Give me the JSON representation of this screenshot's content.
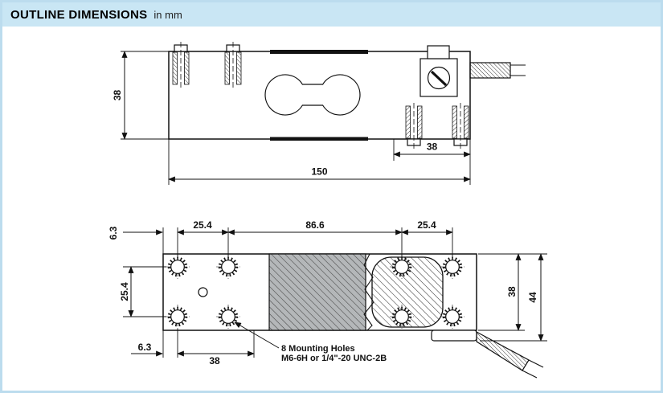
{
  "header": {
    "title": "OUTLINE DIMENSIONS",
    "subtitle": "in mm"
  },
  "colors": {
    "frame": "#bcdcee",
    "header_bg": "#c9e6f4",
    "line": "#111111",
    "section_gray": "#b4b7b9"
  },
  "top_view": {
    "dim_height": "38",
    "dim_length": "150",
    "dim_right_span": "38"
  },
  "bottom_view": {
    "dim_edge_top": "6.3",
    "dim_pitch_left": "25.4",
    "dim_center": "86.6",
    "dim_pitch_right": "25.4",
    "dim_pitch_side": "25.4",
    "dim_edge_bottom": "6.3",
    "dim_hole_span": "38",
    "dim_body_height": "38",
    "dim_total_height": "44",
    "note_line1": "8 Mounting Holes",
    "note_line2": "M6-6H or 1/4\"-20 UNC-2B"
  }
}
